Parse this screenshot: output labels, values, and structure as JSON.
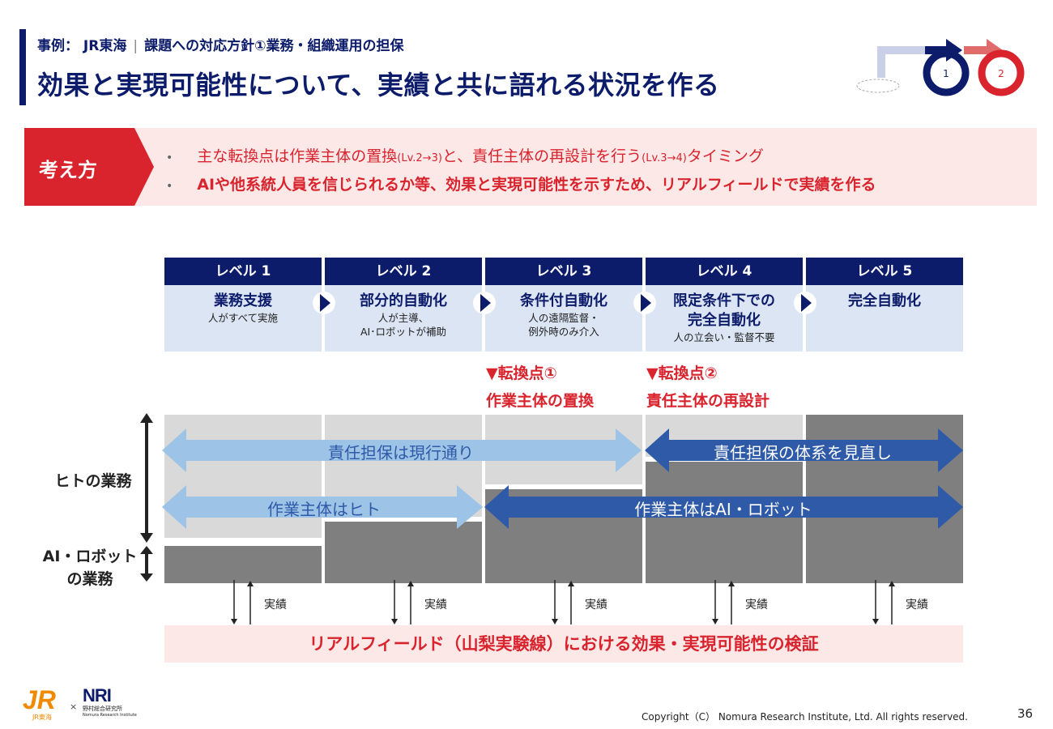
{
  "header": {
    "subtitle_case": "事例： JR東海",
    "subtitle_sep": "|",
    "subtitle_topic": "課題への対応方針①業務・組織運用の担保",
    "title": "効果と実現可能性について、実績と共に語れる状況を作る",
    "step_icons": [
      "1",
      "2"
    ]
  },
  "approach": {
    "label": "考え方",
    "bullet1_parts": [
      "主な転換点は作業主体の置換",
      "(Lv.2→3)",
      "と、責任主体の再設計を行う",
      "(Lv.3→4)",
      "タイミング"
    ],
    "bullet2": "AIや他系統人員を信じられるか等、効果と実現可能性を示すため、リアルフィールドで実績を作る"
  },
  "levels": [
    {
      "label": "レベル 1",
      "name": "業務支援",
      "desc": [
        "人がすべて実施"
      ]
    },
    {
      "label": "レベル 2",
      "name": "部分的自動化",
      "desc": [
        "人が主導、",
        "AI･ロボットが補助"
      ]
    },
    {
      "label": "レベル 3",
      "name": "条件付自動化",
      "desc": [
        "人の遠隔監督・",
        "例外時のみ介入"
      ]
    },
    {
      "label": "レベル 4",
      "name": "限定条件下での\n完全自動化",
      "desc": [
        "人の立会い・監督不要"
      ]
    },
    {
      "label": "レベル 5",
      "name": "完全自動化",
      "desc": []
    }
  ],
  "turning_points": [
    {
      "marker": "▼転換点①",
      "text": "作業主体の置換"
    },
    {
      "marker": "▼転換点②",
      "text": "責任主体の再設計"
    }
  ],
  "axis": {
    "human": "ヒトの業務",
    "ai_line1": "AI・ロボット",
    "ai_line2": "の業務"
  },
  "arrows": {
    "resp_current": "責任担保は現行通り",
    "resp_review": "責任担保の体系を見直し",
    "worker_human": "作業主体はヒト",
    "worker_ai": "作業主体はAI・ロボット"
  },
  "result_label": "実績",
  "verify": "リアルフィールド（山梨実験線）における効果・実現可能性の検証",
  "footer": {
    "jr_logo": "JR",
    "jr_sub": "JR東海",
    "times": "×",
    "nri_logo": "NRI",
    "nri_sub1": "野村総合研究所",
    "nri_sub2": "Nomura Research Institute",
    "copyright": "Copyright（C） Nomura Research Institute, Ltd. All rights reserved.",
    "page": "36"
  },
  "colors": {
    "navy": "#0c1c6b",
    "red": "#d9232d",
    "light_blue_arrow": "#9dc3e6",
    "dark_blue_arrow": "#2e5aa8",
    "pink_bg": "#fde8e8"
  }
}
